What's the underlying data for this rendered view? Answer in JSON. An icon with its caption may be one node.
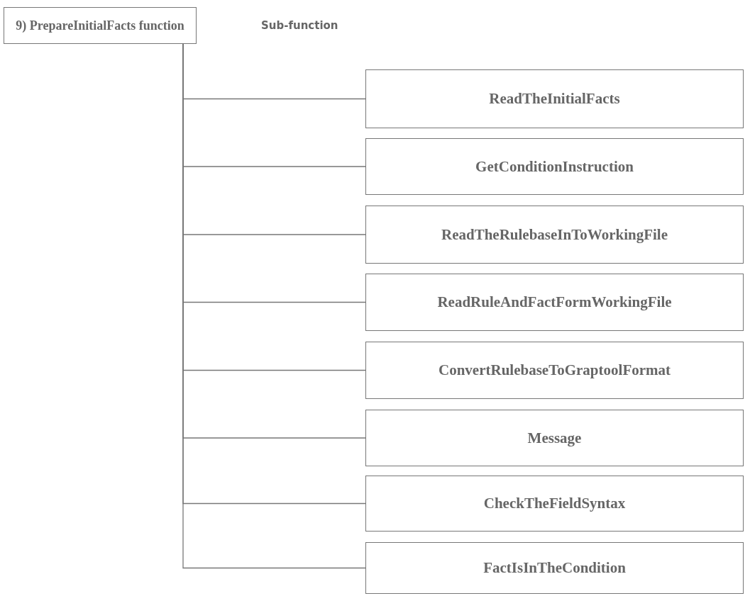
{
  "diagram": {
    "nodes": [
      {
        "text": [
          "9) PrepareInitialFacts function"
        ]
      },
      {
        "text": [
          "ReadTheInitialFacts"
        ]
      },
      {
        "text": [
          "GetConditionInstruction"
        ]
      },
      {
        "text": [
          "ReadTheRulebaseInToWorkingFile"
        ]
      },
      {
        "text": [
          "ReadRuleAndFactFormWorkingFile"
        ]
      },
      {
        "text": [
          "ConvertRulebaseToGraptoolFormat"
        ]
      },
      {
        "text": [
          "Message"
        ]
      },
      {
        "text": [
          "CheckTheFieldSyntax"
        ]
      },
      {
        "text": [
          "FactIsInTheCondition"
        ]
      }
    ],
    "edges": [
      {
        "from": 0,
        "to": 1,
        "arrow": "none"
      },
      {
        "from": 0,
        "to": 2,
        "arrow": "none"
      },
      {
        "from": 0,
        "to": 3,
        "arrow": "none"
      },
      {
        "from": 0,
        "to": 4,
        "arrow": "none"
      },
      {
        "from": 0,
        "to": 5,
        "arrow": "none"
      },
      {
        "from": 0,
        "to": 6,
        "arrow": "none"
      },
      {
        "from": 0,
        "to": 7,
        "arrow": "none"
      },
      {
        "from": 0,
        "to": 8,
        "arrow": "none"
      }
    ],
    "labels": [
      "Sub-function"
    ]
  }
}
